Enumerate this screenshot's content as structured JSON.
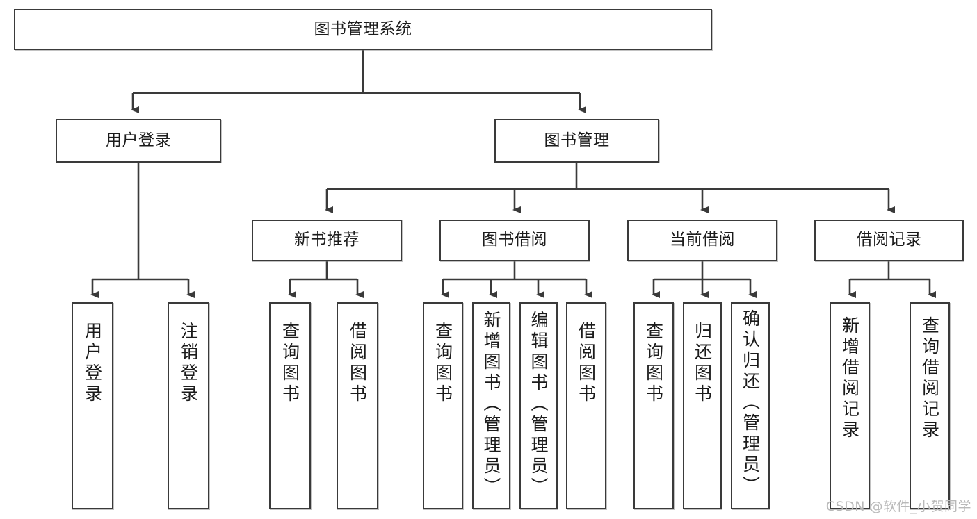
{
  "diagram": {
    "type": "tree-hierarchy",
    "title": "图书管理系统",
    "orientation": "top-down",
    "colors": {
      "box_border": "#3a3a3a",
      "box_fill": "#ffffff",
      "connector": "#3a3a3a",
      "text": "#1b1b1b",
      "watermark": "#b9b9b9",
      "background": "#ffffff"
    },
    "levels": {
      "root_label": "图书管理系统",
      "level2": [
        {
          "label": "用户登录"
        },
        {
          "label": "图书管理"
        }
      ],
      "level3": [
        {
          "label": "新书推荐"
        },
        {
          "label": "图书借阅"
        },
        {
          "label": "当前借阅"
        },
        {
          "label": "借阅记录"
        }
      ]
    },
    "leaves": {
      "user_login": [
        {
          "label": "用户登录"
        },
        {
          "label": "注销登录"
        }
      ],
      "new_book_recommend": [
        {
          "label": "查询图书"
        },
        {
          "label": "借阅图书"
        }
      ],
      "book_borrow": [
        {
          "label": "查询图书"
        },
        {
          "label": "新增图书（管理员）"
        },
        {
          "label": "编辑图书（管理员）"
        },
        {
          "label": "借阅图书"
        }
      ],
      "current_borrow": [
        {
          "label": "查询图书"
        },
        {
          "label": "归还图书"
        },
        {
          "label": "确认归还（管理员）"
        }
      ],
      "borrow_record": [
        {
          "label": "新增借阅记录"
        },
        {
          "label": "查询借阅记录"
        }
      ]
    }
  },
  "watermark": {
    "text": "CSDN @软件_小贺同学"
  }
}
